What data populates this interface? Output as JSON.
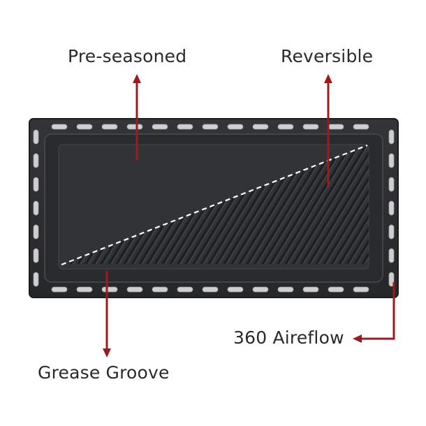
{
  "labels": {
    "pre_seasoned": "Pre-seasoned",
    "reversible": "Reversible",
    "airflow": "360 Aireflow",
    "grease_groove": "Grease Groove"
  },
  "colors": {
    "background": "#ffffff",
    "plate": "#2c2d2f",
    "plate_inner": "#323336",
    "slot": "#cfcfcf",
    "arrow": "#9b1c1f",
    "divider_line": "#ffffff",
    "text": "#2a2a2a"
  },
  "icons": {
    "arrow_up": "arrow-up-icon",
    "arrow_down": "arrow-down-icon",
    "arrow_right": "arrow-right-icon"
  }
}
